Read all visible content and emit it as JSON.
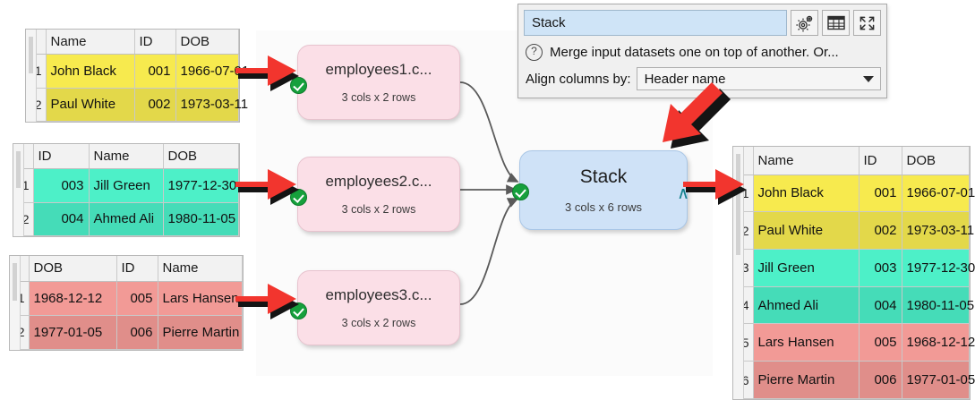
{
  "app": {
    "canvas_background": "#fbfbfb",
    "accent_red": "#f2352e",
    "node_pink": "#fbdfe7",
    "node_blue": "#cfe2f7",
    "ok_green": "#16a03c"
  },
  "panel": {
    "name_value": "Stack",
    "description": "Merge input datasets one on top of another. Or...",
    "help_icon": "question-mark-icon",
    "align_label": "Align columns by:",
    "align_value": "Header name",
    "buttons": [
      {
        "icon": "gears-icon",
        "name": "settings-button"
      },
      {
        "icon": "table-grid-icon",
        "name": "show-table-button"
      },
      {
        "icon": "expand-arrows-icon",
        "name": "maximize-button"
      }
    ]
  },
  "nodes": [
    {
      "title": "employees1.c...",
      "sub": "3 cols x 2 rows",
      "status": "ok",
      "type": "input"
    },
    {
      "title": "employees2.c...",
      "sub": "3 cols x 2 rows",
      "status": "ok",
      "type": "input"
    },
    {
      "title": "employees3.c...",
      "sub": "3 cols x 2 rows",
      "status": "ok",
      "type": "input"
    },
    {
      "title": "Stack",
      "sub": "3 cols x 6 rows",
      "status": "ok",
      "type": "operation",
      "output_glyph": "∧"
    }
  ],
  "tables": {
    "input1": {
      "headers": [
        "Name",
        "ID",
        "DOB"
      ],
      "rows": [
        {
          "n": "1",
          "cells": [
            "John Black",
            "001",
            "1966-07-01"
          ]
        },
        {
          "n": "2",
          "cells": [
            "Paul White",
            "002",
            "1973-03-11"
          ]
        }
      ],
      "row_colors": [
        "#f7ea4e",
        "#e3d84a"
      ]
    },
    "input2": {
      "headers": [
        "ID",
        "Name",
        "DOB"
      ],
      "rows": [
        {
          "n": "1",
          "cells": [
            "003",
            "Jill Green",
            "1977-12-30"
          ]
        },
        {
          "n": "2",
          "cells": [
            "004",
            "Ahmed Ali",
            "1980-11-05"
          ]
        }
      ],
      "row_colors": [
        "#4df0c8",
        "#45dcb8"
      ]
    },
    "input3": {
      "headers": [
        "DOB",
        "ID",
        "Name"
      ],
      "rows": [
        {
          "n": "1",
          "cells": [
            "1968-12-12",
            "005",
            "Lars Hansen"
          ]
        },
        {
          "n": "2",
          "cells": [
            "1977-01-05",
            "006",
            "Pierre Martin"
          ]
        }
      ],
      "row_colors": [
        "#f29a96",
        "#e08e8a"
      ]
    },
    "output": {
      "headers": [
        "Name",
        "ID",
        "DOB"
      ],
      "rows": [
        {
          "n": "1",
          "cells": [
            "John Black",
            "001",
            "1966-07-01"
          ],
          "color": "#f7ea4e"
        },
        {
          "n": "2",
          "cells": [
            "Paul White",
            "002",
            "1973-03-11"
          ],
          "color": "#e3d84a"
        },
        {
          "n": "3",
          "cells": [
            "Jill Green",
            "003",
            "1977-12-30"
          ],
          "color": "#4df0c8"
        },
        {
          "n": "4",
          "cells": [
            "Ahmed Ali",
            "004",
            "1980-11-05"
          ],
          "color": "#45dcb8"
        },
        {
          "n": "5",
          "cells": [
            "Lars Hansen",
            "005",
            "1968-12-12"
          ],
          "color": "#f29a96"
        },
        {
          "n": "6",
          "cells": [
            "Pierre Martin",
            "006",
            "1977-01-05"
          ],
          "color": "#e08e8a"
        }
      ]
    }
  }
}
